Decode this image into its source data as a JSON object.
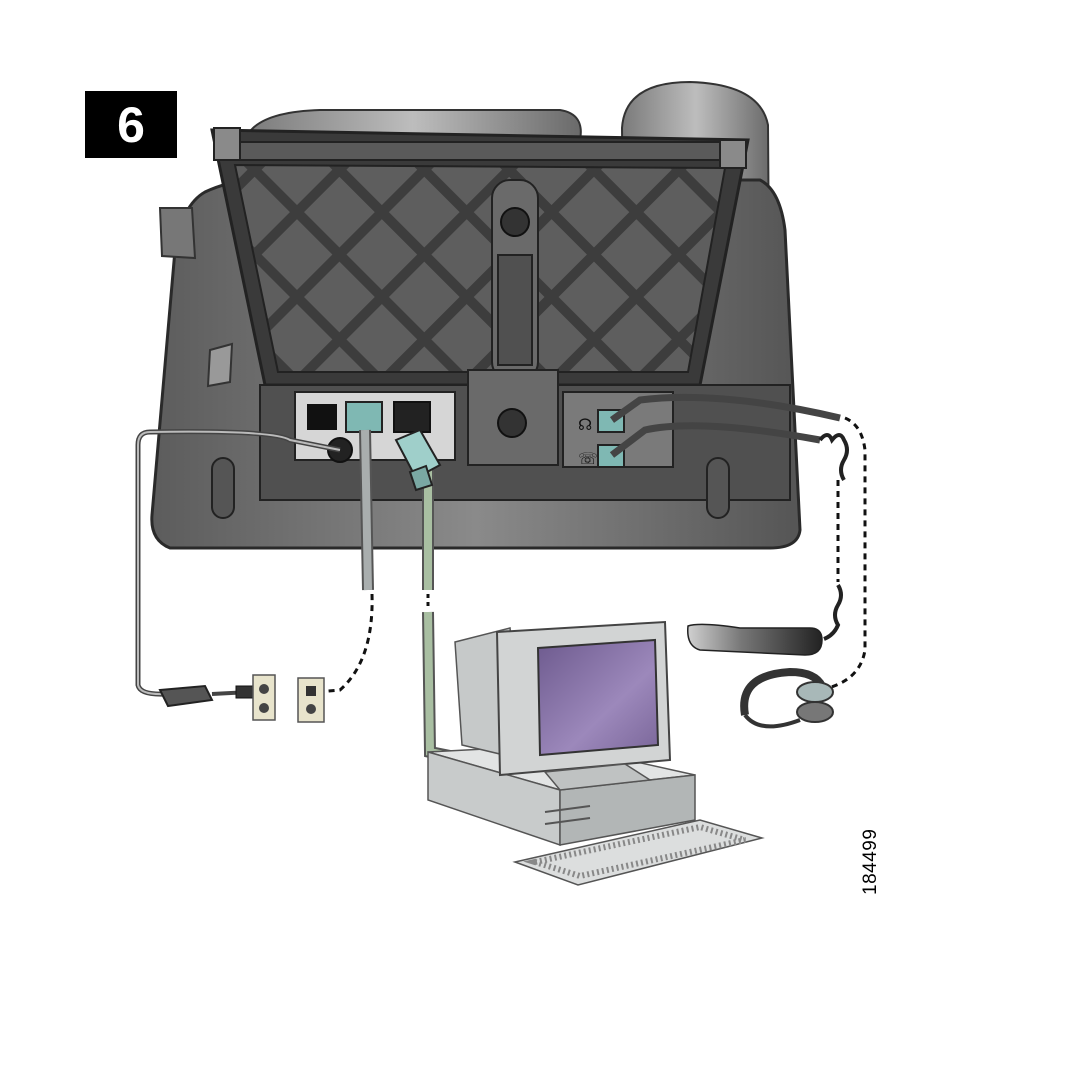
{
  "step": {
    "number": "6"
  },
  "figure": {
    "id": "184499"
  },
  "colors": {
    "phone_body": "#6e6e6e",
    "phone_dark": "#3f3f3f",
    "lattice": "#4a4a4a",
    "port_teal": "#7fb8b3",
    "cable_grey": "#a9aeae",
    "cable_green": "#a9bfa2",
    "monitor_screen": "#8a77a8",
    "monitor_case": "#d2d4d4"
  },
  "icons": [
    "phone-base",
    "handset-icon",
    "headset-icon",
    "computer-icon",
    "power-outlet-icon",
    "network-jack-icon",
    "power-adapter-icon"
  ]
}
